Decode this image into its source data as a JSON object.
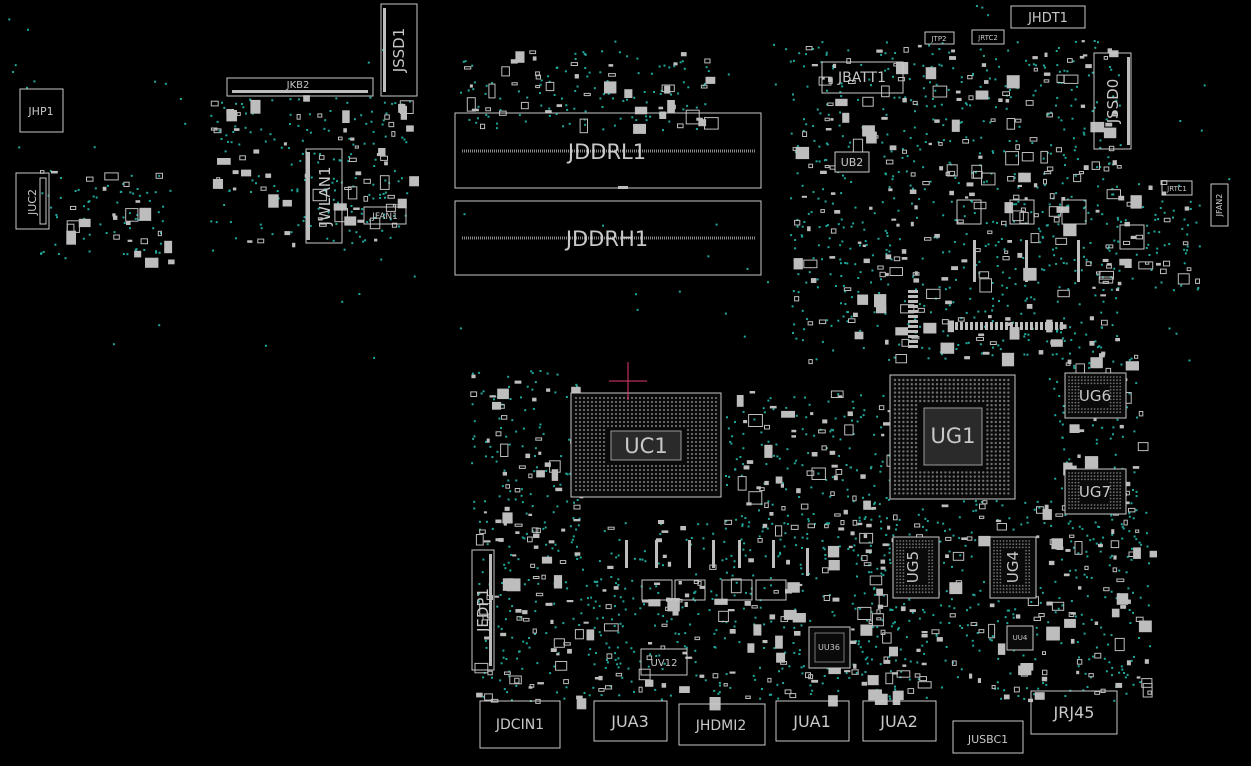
{
  "board": {
    "background": "#000000",
    "outline_color": "#c9c9c9",
    "via_color": "#1fa79a",
    "cursor_color": "#e03b6a"
  },
  "components": {
    "JHP1": "JHP1",
    "JUC2": "JUC2",
    "JKB2": "JKB2",
    "JSSD1": "JSSD1",
    "JWLAN1": "JWLAN1",
    "JFAN1": "JFAN1",
    "JDDRL1": "JDDRL1",
    "JDDRH1": "JDDRH1",
    "JBATT1": "JBATT1",
    "JTP2": "JTP2",
    "JRTC2": "JRTC2",
    "JHDT1": "JHDT1",
    "JSSD0": "JSSD0",
    "UB2": "UB2",
    "JRTC1": "JRTC1",
    "JFAN2": "JFAN2",
    "UC1": "UC1",
    "UG1": "UG1",
    "UG6": "UG6",
    "UG7": "UG7",
    "UG5": "UG5",
    "UG4": "UG4",
    "JEDP1": "JEDP1",
    "UV12": "UV12",
    "UU36": "UU36",
    "UU4": "UU4",
    "JDCIN1": "JDCIN1",
    "JUA3": "JUA3",
    "JHDMI2": "JHDMI2",
    "JUA1": "JUA1",
    "JUA2": "JUA2",
    "JUSBC1": "JUSBC1",
    "JRJ45": "JRJ45"
  }
}
